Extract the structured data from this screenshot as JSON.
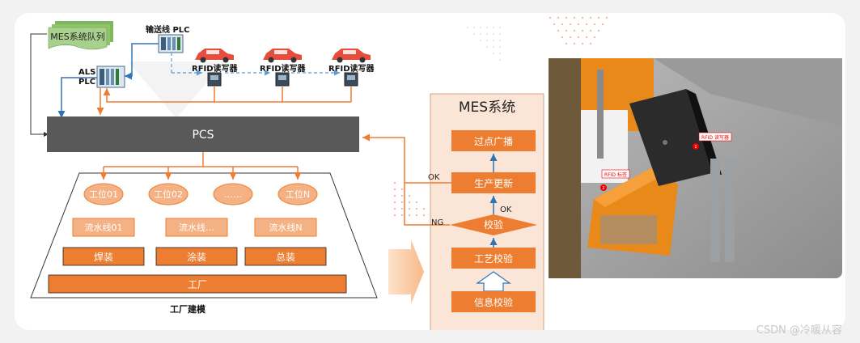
{
  "diagram": {
    "mes_queue_label": "MES系统队列",
    "conveyor_plc_label": "输送线 PLC",
    "als_plc_label": "ALS\nPLC",
    "rfid_reader_label": "RFID读写器",
    "pcs_label": "PCS",
    "stations": [
      "工位01",
      "工位02",
      "……",
      "工位N"
    ],
    "lines": [
      "流水线01",
      "流水线…",
      "流水线N"
    ],
    "workshops": [
      "焊装",
      "涂装",
      "总装"
    ],
    "factory_label": "工厂",
    "factory_model_label": "工厂建模",
    "mes_title": "MES系统",
    "mes_steps": {
      "broadcast": "过点广播",
      "production_update": "生产更新",
      "check": "校验",
      "process_check": "工艺校验",
      "info_check": "信息校验"
    },
    "flow_labels": {
      "ok_top": "OK",
      "ok_mid": "OK",
      "ng": "NG"
    },
    "photo_labels": {
      "tag1": "RFID 读写器",
      "tag2": "RFID 标签",
      "badge1": "1",
      "badge2": "2"
    },
    "colors": {
      "orange": "#ed7d31",
      "orange_light": "#f4b183",
      "mes_bg": "#fbe5d6",
      "pcs_gray": "#595959",
      "blue": "#2e75b6",
      "dash_blue": "#5b9bd5"
    }
  },
  "watermark": "CSDN @冷暖从容"
}
